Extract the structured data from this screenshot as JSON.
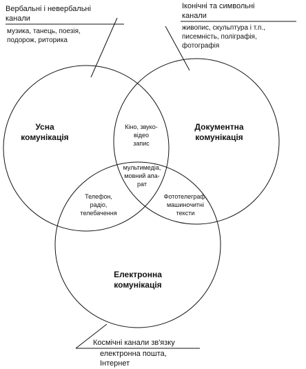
{
  "diagram": {
    "top_left_note": {
      "heading_lines": [
        "Вербальні і невербальні",
        "канали"
      ],
      "detail_lines": [
        "музика, танець, поезія,",
        "подорож, риторика"
      ]
    },
    "top_right_note": {
      "heading_lines": [
        "Іконічні та символьні",
        "канали"
      ],
      "detail_lines": [
        "живопис, скульптура і т.п.,",
        "писемність, поліграфія,",
        "фотографія"
      ]
    },
    "bottom_note": {
      "heading_lines": [
        "Космічні канали зв'язку"
      ],
      "detail_lines": [
        "електронна пошта,",
        "Інтернет"
      ]
    },
    "circles": {
      "oral": {
        "lines": [
          "Усна",
          "комунікація"
        ]
      },
      "documentary": {
        "lines": [
          "Документна",
          "комунікація"
        ]
      },
      "electronic": {
        "lines": [
          "Електронна",
          "комунікація"
        ]
      }
    },
    "intersections": {
      "oral_documentary": [
        "Кіно, звуко-",
        "відео",
        "запис"
      ],
      "all_three": [
        "мультимедіа,",
        "мовний апа-",
        "рат"
      ],
      "oral_electronic": [
        "Телефон,",
        "радіо,",
        "телебачення"
      ],
      "documentary_electronic": [
        "Фототелеграф,",
        "машиночитні",
        "тексти"
      ]
    },
    "stroke_color": "#111111",
    "background_color": "#ffffff"
  }
}
